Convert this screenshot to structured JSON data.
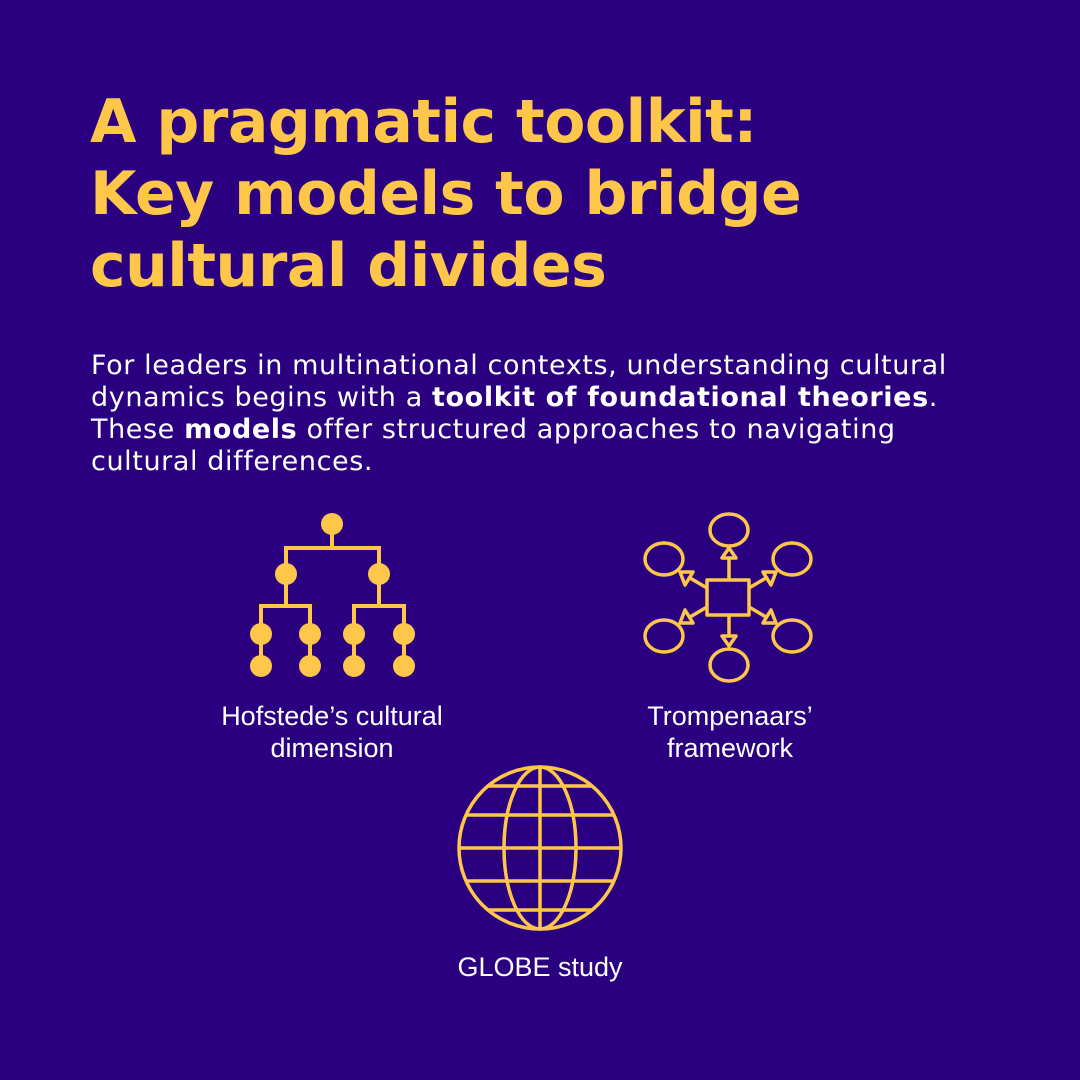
{
  "title": {
    "lines": [
      "A pragmatic toolkit:",
      "Key models to bridge",
      "cultural divides"
    ]
  },
  "intro": {
    "part1": "For leaders in multinational contexts, understanding cultural dynamics begins with a ",
    "bold1": "toolkit of foundational theories",
    "part2": ". These ",
    "bold2": "models",
    "part3": " offer structured approaches to navigating cultural differences."
  },
  "models": [
    {
      "icon": "hierarchy-tree-icon",
      "label_lines": [
        "Hofstede’s cultural",
        "dimension"
      ]
    },
    {
      "icon": "network-hub-icon",
      "label_lines": [
        "Trompenaars’",
        "framework"
      ]
    },
    {
      "icon": "globe-icon",
      "label_lines": [
        "GLOBE study"
      ]
    }
  ],
  "colors": {
    "background": "#2a0080",
    "accent": "#ffc74a",
    "text": "#ffffff"
  }
}
